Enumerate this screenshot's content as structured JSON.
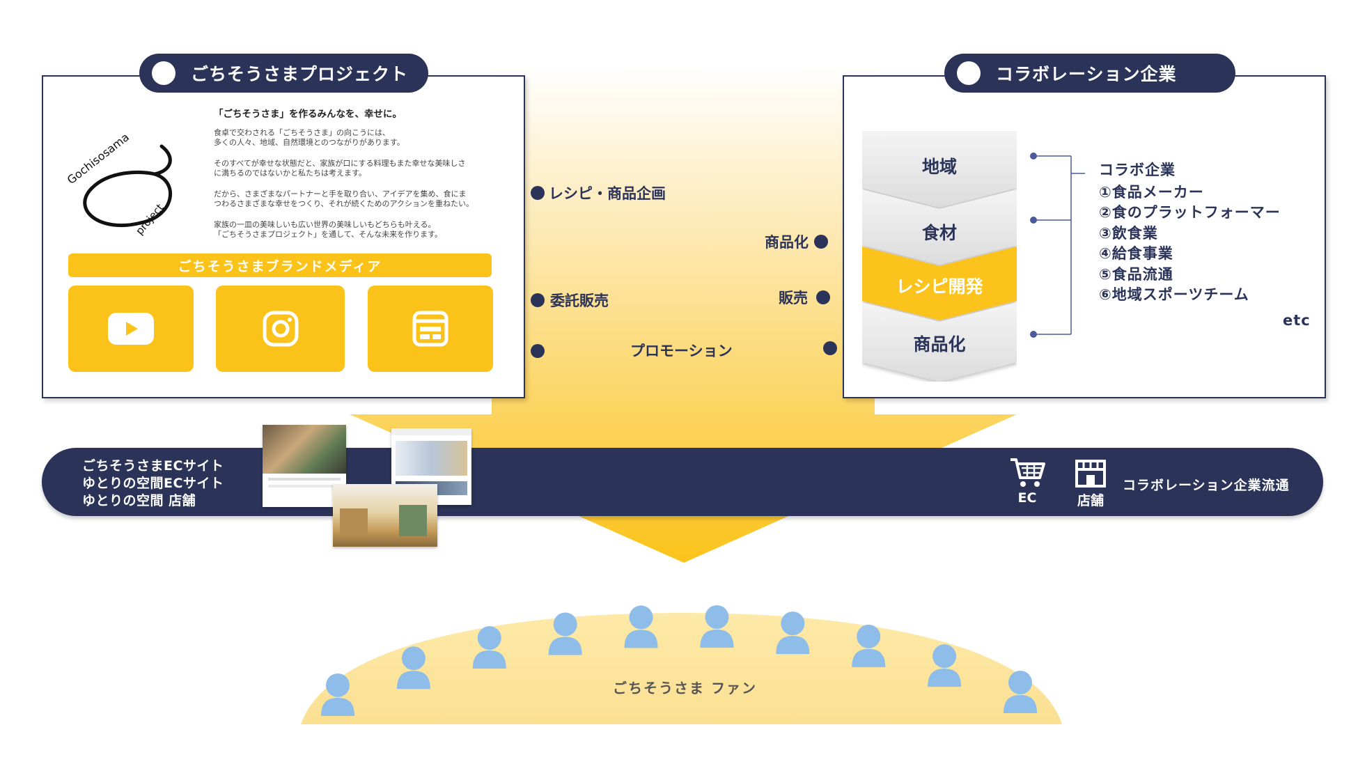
{
  "colors": {
    "navy": "#2b3358",
    "yellow": "#fbc31a",
    "person_blue": "#8dbde8",
    "mound": "#fbe29b"
  },
  "left_card": {
    "pill_title": "ごちそうさまプロジェクト",
    "logo_text": "Gochisosama",
    "logo_sub": "project",
    "lead": "「ごちそうさま」を作るみんなを、幸せに。",
    "paragraphs": [
      "食卓で交わされる「ごちそうさま」の向こうには、\n多くの人々、地域、自然環境とのつながりがあります。",
      "そのすべてが幸せな状態だと、家族が口にする料理もまた幸せな美味しさ\nに満ちるのではないかと私たちは考えます。",
      "だから、さまざまなパートナーと手を取り合い、アイデアを集め、食にま\nつわるさまざまな幸せをつくり、それが続くためのアクションを重ねたい。",
      "家族の一皿の美味しいも広い世界の美味しいもどちらも叶える。\n「ごちそうさまプロジェクト」を通して、そんな未来を作ります。"
    ],
    "media_bar": "ごちそうさまブランドメディア",
    "media_icons": [
      "youtube-icon",
      "instagram-icon",
      "web-media-icon"
    ]
  },
  "flow_left": {
    "item1": "レシピ・商品企画",
    "item2": "委託販売",
    "item3": "プロモーション"
  },
  "flow_right": {
    "item1": "商品化",
    "item2": "販売"
  },
  "right_card": {
    "pill_title": "コラボレーション企業",
    "chevrons": [
      "地域",
      "食材",
      "レシピ開発",
      "商品化"
    ],
    "list_title": "コラボ企業",
    "list_items": [
      "①食品メーカー",
      "②食のプラットフォーマー",
      "③飲食業",
      "④給食事業",
      "⑤食品流通",
      "⑥地域スポーツチーム"
    ],
    "etc": "etc"
  },
  "band": {
    "left_lines": [
      "ごちそうさまECサイト",
      "ゆとりの空間ECサイト",
      "ゆとりの空間 店舗"
    ],
    "ec_label": "EC",
    "store_label": "店舗",
    "right_label": "コラボレーション企業流通"
  },
  "fans": {
    "label": "ごちそうさま ファン",
    "count": 10
  }
}
